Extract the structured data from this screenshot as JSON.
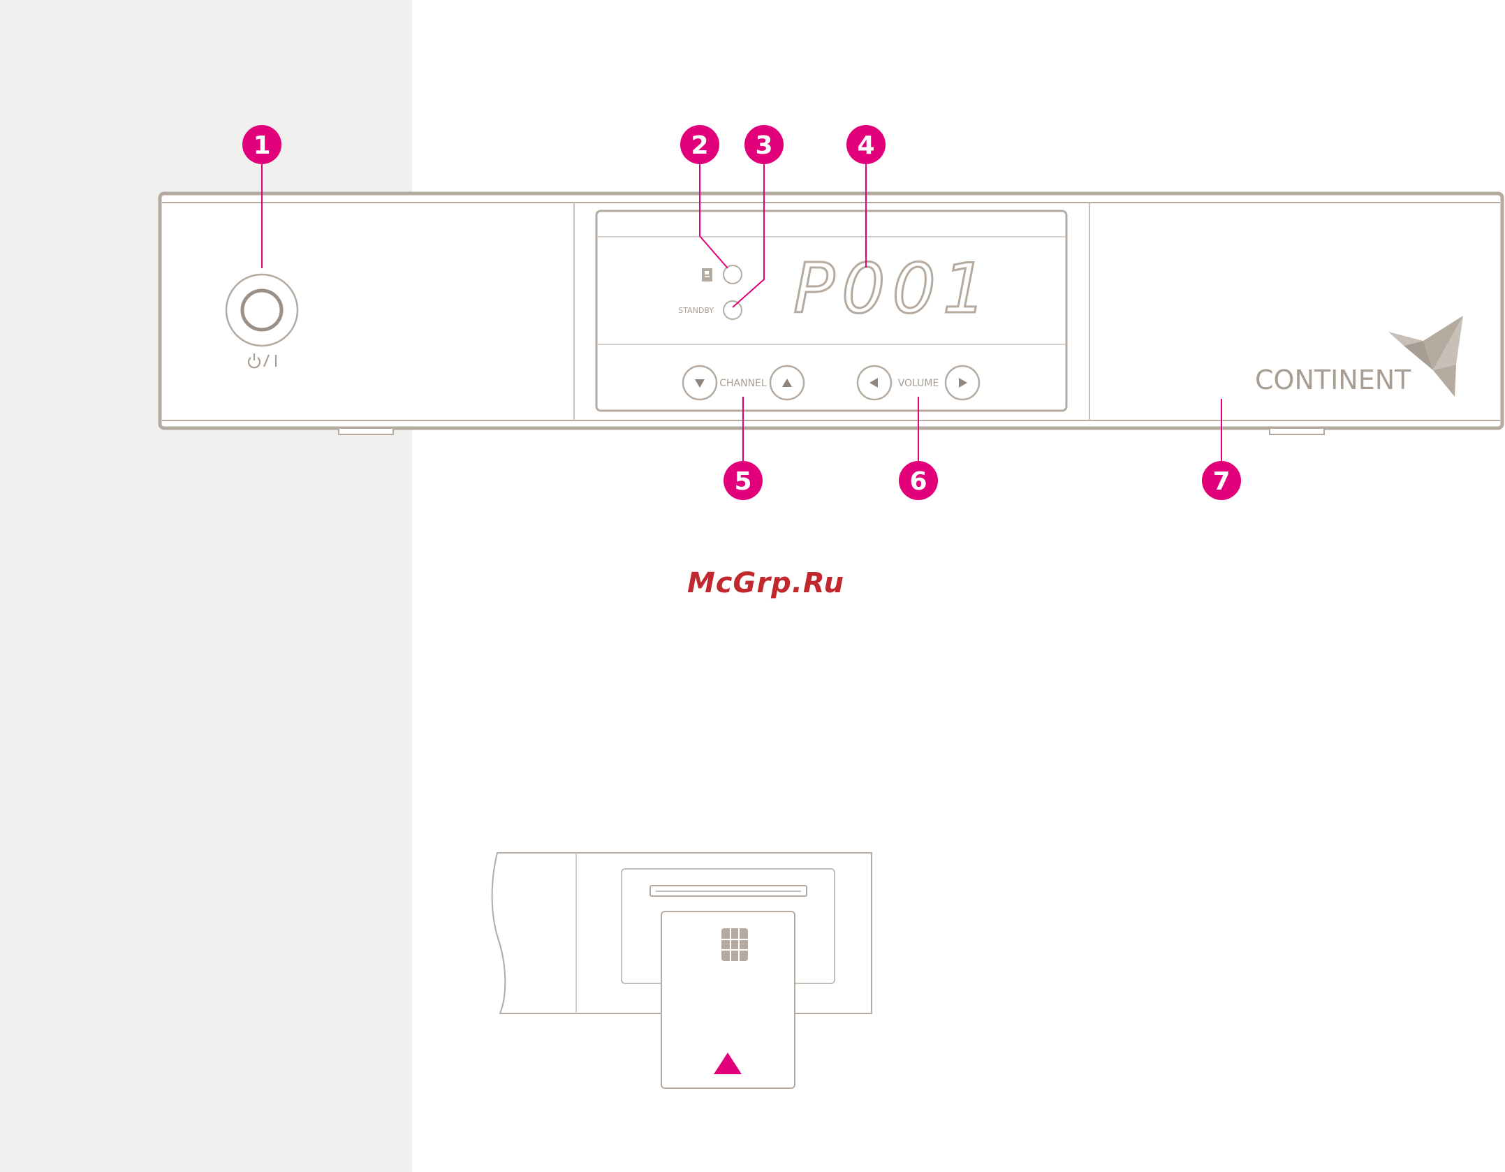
{
  "device": {
    "power_label": "⏻/ I",
    "standby_label": "STANDBY",
    "display_text": "P001",
    "channel_label": "CHANNEL",
    "volume_label": "VOLUME",
    "brand": "CONTINENT"
  },
  "callouts": [
    "1",
    "2",
    "3",
    "4",
    "5",
    "6",
    "7"
  ],
  "watermark": "McGrp.Ru",
  "colors": {
    "accent": "#e2007a",
    "outline": "#b5aaa0",
    "text": "#a79d93",
    "background_left": "#f0f0ef"
  },
  "icons": [
    "power-icon",
    "smartcard-icon",
    "channel-down-icon",
    "channel-up-icon",
    "volume-down-icon",
    "volume-up-icon",
    "bird-logo-icon",
    "card-chip-icon",
    "insert-direction-icon"
  ]
}
